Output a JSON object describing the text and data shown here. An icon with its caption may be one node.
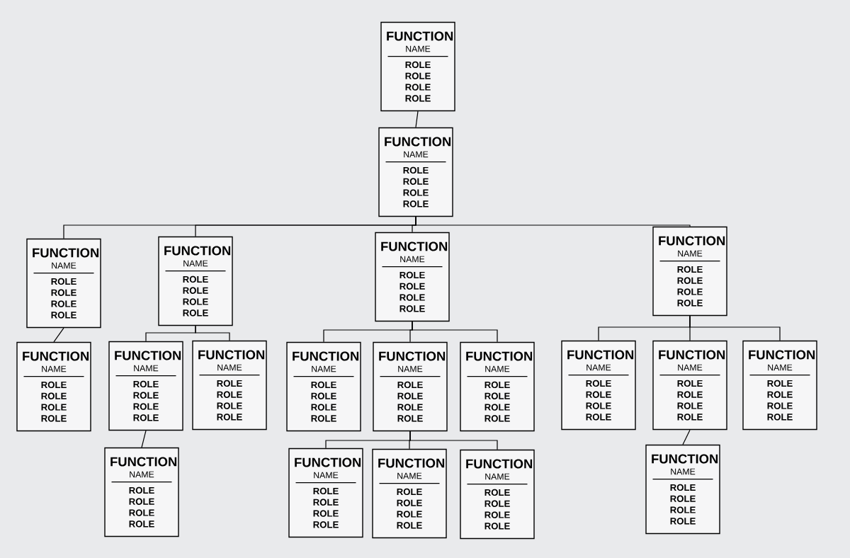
{
  "diagram": {
    "nodes": [
      {
        "text": [
          "FUNCTION",
          "NAME",
          "ROLE",
          "ROLE",
          "ROLE",
          "ROLE"
        ]
      },
      {
        "text": [
          "FUNCTION",
          "NAME",
          "ROLE",
          "ROLE",
          "ROLE",
          "ROLE"
        ]
      },
      {
        "text": [
          "FUNCTION",
          "NAME",
          "ROLE",
          "ROLE",
          "ROLE",
          "ROLE"
        ]
      },
      {
        "text": [
          "FUNCTION",
          "NAME",
          "ROLE",
          "ROLE",
          "ROLE",
          "ROLE"
        ]
      },
      {
        "text": [
          "FUNCTION",
          "NAME",
          "ROLE",
          "ROLE",
          "ROLE",
          "ROLE"
        ]
      },
      {
        "text": [
          "FUNCTION",
          "NAME",
          "ROLE",
          "ROLE",
          "ROLE",
          "ROLE"
        ]
      },
      {
        "text": [
          "FUNCTION",
          "NAME",
          "ROLE",
          "ROLE",
          "ROLE",
          "ROLE"
        ]
      },
      {
        "text": [
          "FUNCTION",
          "NAME",
          "ROLE",
          "ROLE",
          "ROLE",
          "ROLE"
        ]
      },
      {
        "text": [
          "FUNCTION",
          "NAME",
          "ROLE",
          "ROLE",
          "ROLE",
          "ROLE"
        ]
      },
      {
        "text": [
          "FUNCTION",
          "NAME",
          "ROLE",
          "ROLE",
          "ROLE",
          "ROLE"
        ]
      },
      {
        "text": [
          "FUNCTION",
          "NAME",
          "ROLE",
          "ROLE",
          "ROLE",
          "ROLE"
        ]
      },
      {
        "text": [
          "FUNCTION",
          "NAME",
          "ROLE",
          "ROLE",
          "ROLE",
          "ROLE"
        ]
      },
      {
        "text": [
          "FUNCTION",
          "NAME",
          "ROLE",
          "ROLE",
          "ROLE",
          "ROLE"
        ]
      },
      {
        "text": [
          "FUNCTION",
          "NAME",
          "ROLE",
          "ROLE",
          "ROLE",
          "ROLE"
        ]
      },
      {
        "text": [
          "FUNCTION",
          "NAME",
          "ROLE",
          "ROLE",
          "ROLE",
          "ROLE"
        ]
      },
      {
        "text": [
          "FUNCTION",
          "NAME",
          "ROLE",
          "ROLE",
          "ROLE",
          "ROLE"
        ]
      },
      {
        "text": [
          "FUNCTION",
          "NAME",
          "ROLE",
          "ROLE",
          "ROLE",
          "ROLE"
        ]
      },
      {
        "text": [
          "FUNCTION",
          "NAME",
          "ROLE",
          "ROLE",
          "ROLE",
          "ROLE"
        ]
      },
      {
        "text": [
          "FUNCTION",
          "NAME",
          "ROLE",
          "ROLE",
          "ROLE",
          "ROLE"
        ]
      },
      {
        "text": [
          "FUNCTION",
          "NAME",
          "ROLE",
          "ROLE",
          "ROLE",
          "ROLE"
        ]
      }
    ],
    "edges": [
      {
        "from": 0,
        "to": 1,
        "arrow": "none"
      },
      {
        "from": 1,
        "to": 2,
        "arrow": "none"
      },
      {
        "from": 1,
        "to": 3,
        "arrow": "none"
      },
      {
        "from": 1,
        "to": 4,
        "arrow": "none"
      },
      {
        "from": 1,
        "to": 5,
        "arrow": "none"
      },
      {
        "from": 2,
        "to": 6,
        "arrow": "none"
      },
      {
        "from": 3,
        "to": 7,
        "arrow": "none"
      },
      {
        "from": 3,
        "to": 8,
        "arrow": "none"
      },
      {
        "from": 7,
        "to": 9,
        "arrow": "none"
      },
      {
        "from": 4,
        "to": 10,
        "arrow": "none"
      },
      {
        "from": 4,
        "to": 11,
        "arrow": "none"
      },
      {
        "from": 4,
        "to": 12,
        "arrow": "none"
      },
      {
        "from": 11,
        "to": 13,
        "arrow": "none"
      },
      {
        "from": 11,
        "to": 14,
        "arrow": "none"
      },
      {
        "from": 11,
        "to": 15,
        "arrow": "none"
      },
      {
        "from": 5,
        "to": 16,
        "arrow": "none"
      },
      {
        "from": 5,
        "to": 17,
        "arrow": "none"
      },
      {
        "from": 5,
        "to": 18,
        "arrow": "none"
      },
      {
        "from": 17,
        "to": 19,
        "arrow": "none"
      }
    ]
  }
}
